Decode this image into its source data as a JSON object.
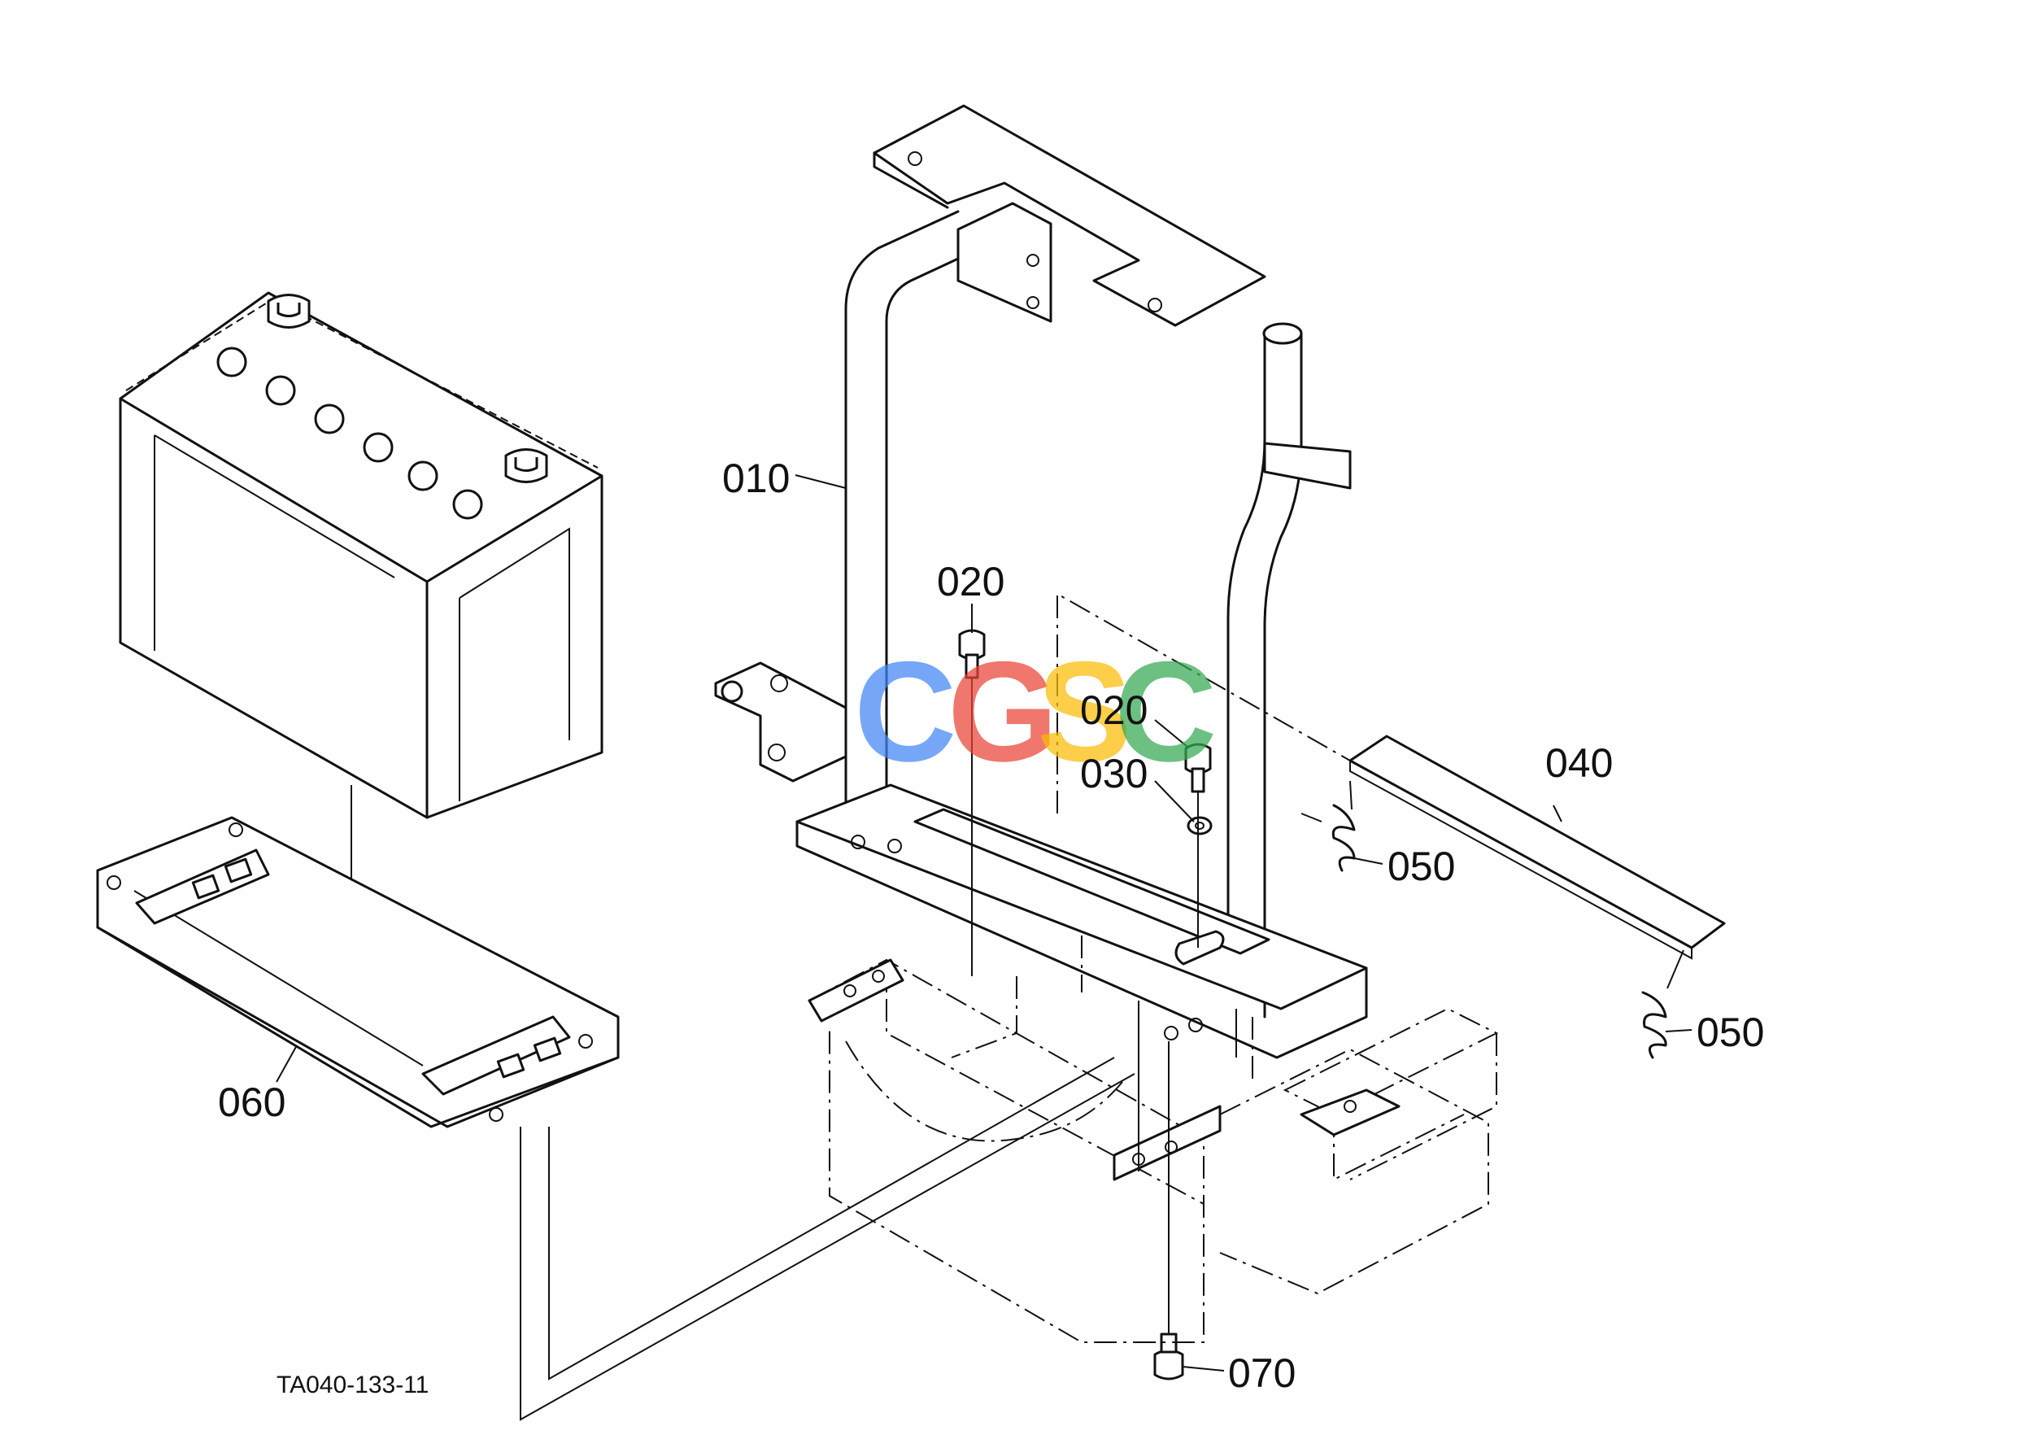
{
  "callouts": {
    "frame": "010",
    "bolt_a": "020",
    "bolt_b": "020",
    "washer": "030",
    "clamp_plate": "040",
    "spring_a": "050",
    "spring_b": "050",
    "battery_tray": "060",
    "nut": "070"
  },
  "drawing_id": "TA040-133-11",
  "watermark": {
    "letters": [
      "C",
      "G",
      "S",
      "C"
    ],
    "colors": [
      "#4285F4",
      "#EA4335",
      "#FBBC05",
      "#34A853"
    ]
  }
}
